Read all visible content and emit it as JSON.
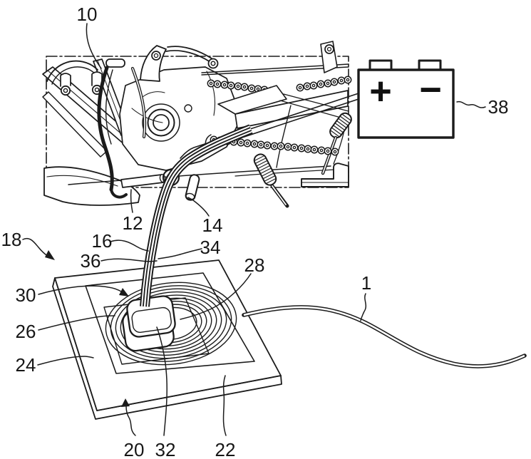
{
  "figure": {
    "colors": {
      "ink": "#1b1b1b",
      "paper": "#ffffff"
    },
    "battery": {
      "plus_symbol": "+",
      "minus_symbol": "−"
    },
    "labels": {
      "ref1": "1",
      "ref10": "10",
      "ref12": "12",
      "ref14": "14",
      "ref16": "16",
      "ref18": "18",
      "ref20": "20",
      "ref22": "22",
      "ref24": "24",
      "ref26": "26",
      "ref28": "28",
      "ref30": "30",
      "ref32": "32",
      "ref34": "34",
      "ref36": "36",
      "ref38": "38"
    }
  }
}
